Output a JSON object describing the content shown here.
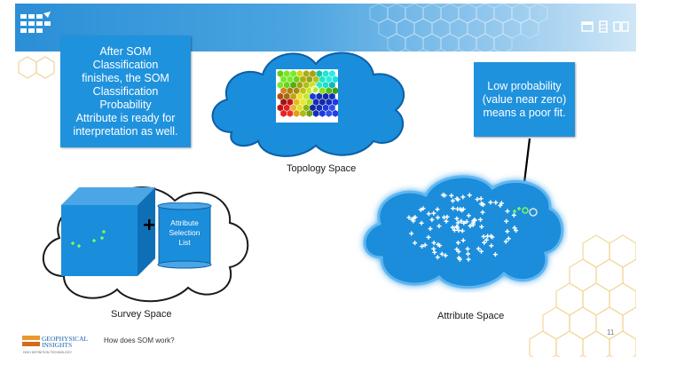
{
  "callout_left": {
    "lines": [
      "After SOM Classification",
      "finishes, the SOM",
      "Classification Probability",
      "Attribute is ready for",
      "interpretation as well."
    ]
  },
  "callout_right": {
    "lines": [
      "Low probability",
      "(value near zero)",
      "means a poor fit."
    ]
  },
  "topology": {
    "label": "Topology Space"
  },
  "survey": {
    "label": "Survey Space"
  },
  "attribute": {
    "label": "Attribute Space"
  },
  "scroll": {
    "lines": [
      "Attribute",
      "Selection",
      "List"
    ]
  },
  "footer": {
    "title": "How does SOM work?",
    "page_number": "11",
    "logo_lines": [
      "GEOPHYSICAL",
      "INSIGHTS",
      "HIGH DEFINITION TECHNOLOGY"
    ]
  },
  "colors": {
    "banner": "#2b8fd6",
    "callout": "#1f92dd",
    "cloud": "#1a8ddb",
    "hex_gold": "#f3d9a0"
  },
  "icons": [
    "binary-map-logo-icon",
    "nav-window-icon",
    "nav-film-icon",
    "nav-double-window-icon",
    "plus-icon",
    "arrow-icon"
  ]
}
